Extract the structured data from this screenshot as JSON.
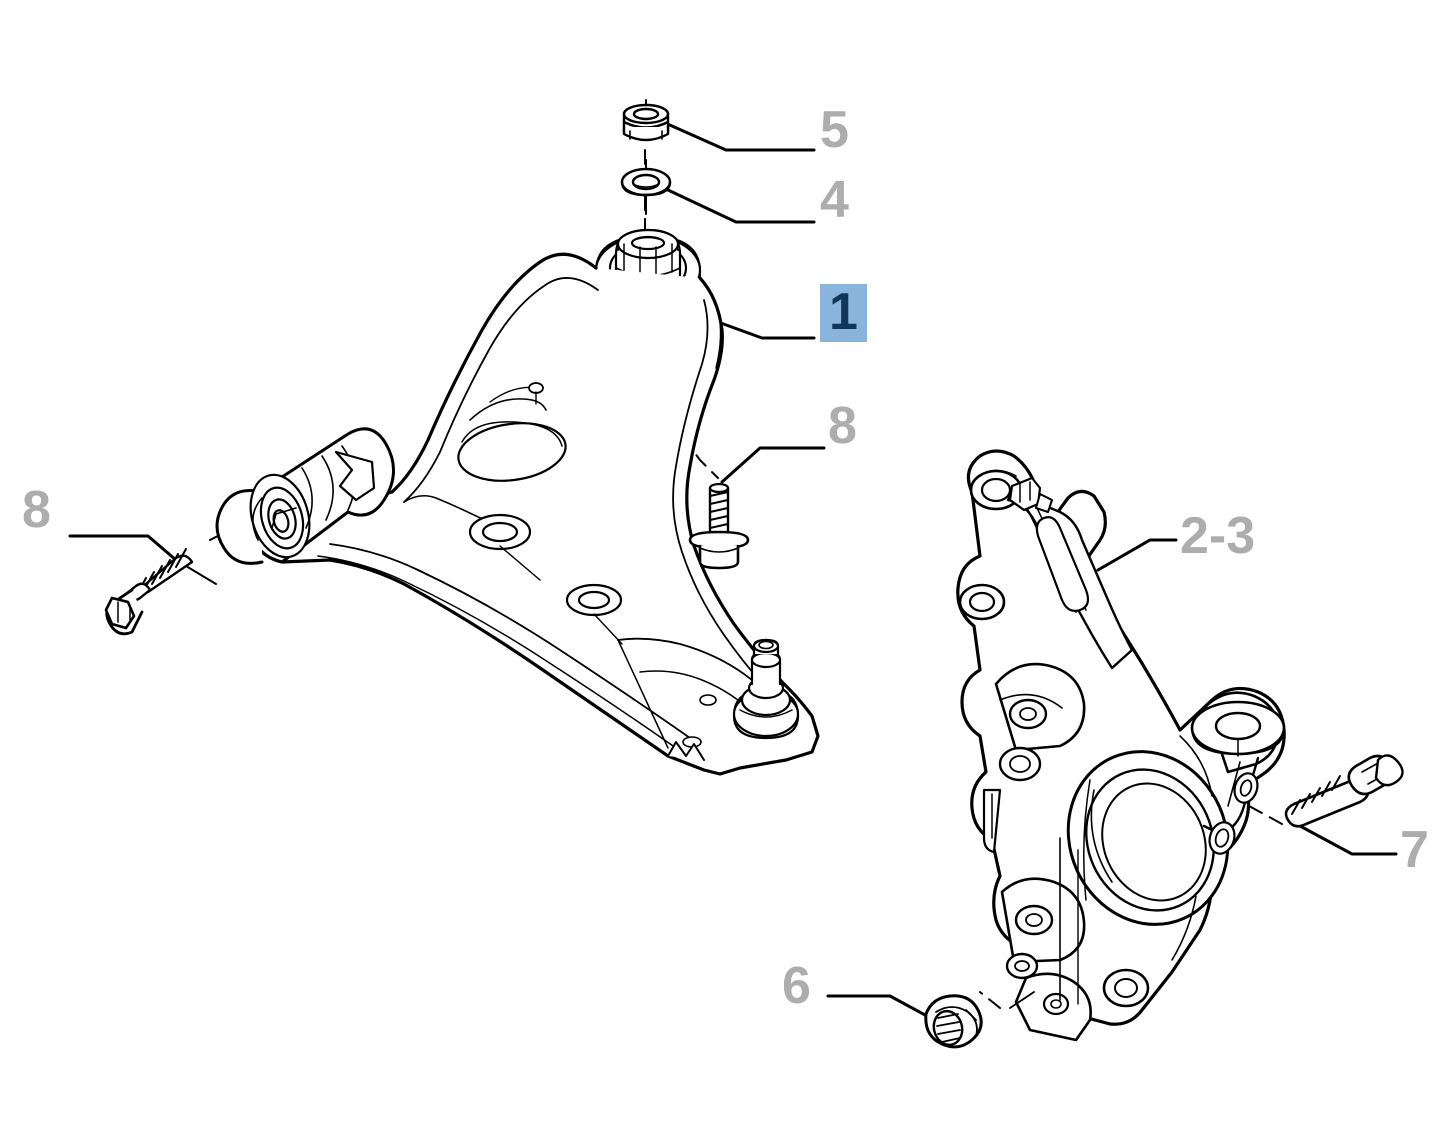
{
  "diagram": {
    "title": "Front Suspension Lower Control Arm and Steering Knuckle Exploded View",
    "background_color": "#ffffff",
    "line_color": "#000000",
    "callout_color": "#adadad",
    "highlight_background": "#8ab4dc",
    "highlight_text_color": "#11365c"
  },
  "callouts": [
    {
      "id": "5",
      "label": "5",
      "part": "lock-nut",
      "highlighted": false
    },
    {
      "id": "4",
      "label": "4",
      "part": "washer",
      "highlighted": false
    },
    {
      "id": "1",
      "label": "1",
      "part": "lower-control-arm",
      "highlighted": true
    },
    {
      "id": "8a",
      "label": "8",
      "part": "flange-bolt-vertical",
      "highlighted": false
    },
    {
      "id": "8b",
      "label": "8",
      "part": "hex-flange-bolt",
      "highlighted": false
    },
    {
      "id": "2-3",
      "label": "2-3",
      "part": "steering-knuckle",
      "highlighted": false
    },
    {
      "id": "7",
      "label": "7",
      "part": "flange-bolt-knuckle",
      "highlighted": false
    },
    {
      "id": "6",
      "label": "6",
      "part": "hex-lock-nut",
      "highlighted": false
    }
  ],
  "parts": {
    "lower_control_arm": "Lower control arm (wishbone)",
    "steering_knuckle": "Steering knuckle / hub carrier",
    "lock_nut_top": "Hex lock nut",
    "washer_top": "Washer",
    "bolt_left": "Hex flange bolt",
    "bolt_vertical": "Flange bolt",
    "bolt_knuckle": "Flange bolt",
    "nut_knuckle": "Hex lock nut"
  }
}
